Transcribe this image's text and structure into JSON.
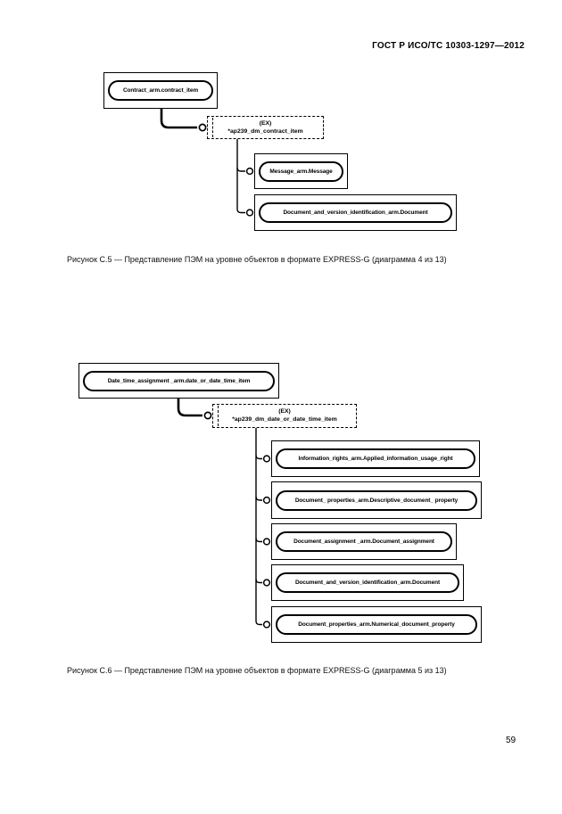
{
  "page": {
    "header": "ГОСТ Р ИСО/ТС 10303-1297—2012",
    "page_number": "59"
  },
  "figures": [
    {
      "caption": "Рисунок С.5 — Представление ПЭМ на уровне объектов в формате EXPRESS-G (диаграмма 4 из 13)",
      "root": "Contract_arm.contract_item",
      "ex": {
        "label": "(EX)",
        "name": "*ap239_dm_contract_item"
      },
      "children": [
        "Message_arm.Message",
        "Document_and_version_identification_arm.Document"
      ]
    },
    {
      "caption": "Рисунок С.6 — Представление ПЭМ на уровне объектов в формате EXPRESS-G (диаграмма 5 из 13)",
      "root": "Date_time_assignment _arm.date_or_date_time_item",
      "ex": {
        "label": "(EX)",
        "name": "*ap239_dm_date_or_date_time_item"
      },
      "children": [
        "Information_rights_arm.Applied_information_usage_right",
        "Document_ properties_arm.Descriptive_document_ property",
        "Document_assignment _arm.Document_assignment",
        "Document_and_version_identification_arm.Document",
        "Document_properties_arm.Numerical_document_property"
      ]
    }
  ]
}
